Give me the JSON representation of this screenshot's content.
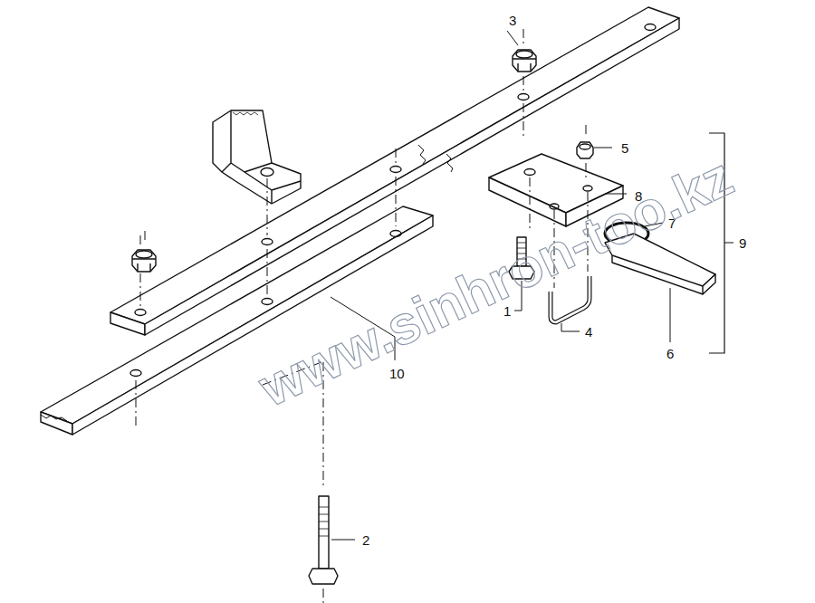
{
  "diagram": {
    "labels": [
      "3",
      "5",
      "8",
      "7",
      "9",
      "1",
      "4",
      "6",
      "10",
      "2",
      "www.sinhron-too.kz"
    ]
  }
}
